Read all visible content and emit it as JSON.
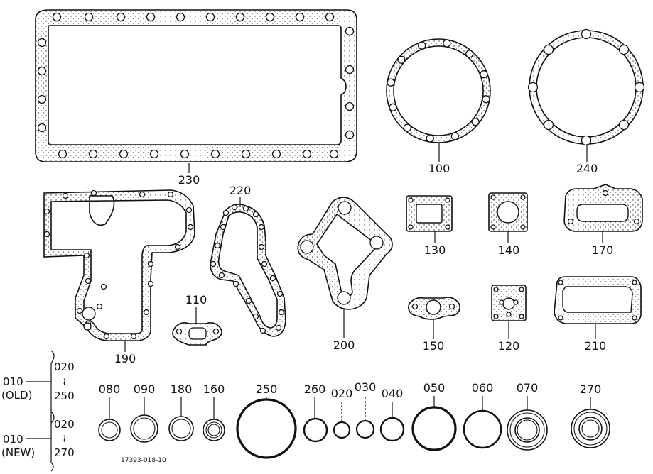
{
  "labels": {
    "p230": "230",
    "p100": "100",
    "p240": "240",
    "p190": "190",
    "p220": "220",
    "p110": "110",
    "p200": "200",
    "p130": "130",
    "p140": "140",
    "p170": "170",
    "p150": "150",
    "p120": "120",
    "p210": "210",
    "p080": "080",
    "p090": "090",
    "p180": "180",
    "p160": "160",
    "p250": "250",
    "p260": "260",
    "p020": "020",
    "p030": "030",
    "p040": "040",
    "p050": "050",
    "p060": "060",
    "p070": "070",
    "p270": "270"
  },
  "legend": {
    "old": {
      "num": "010",
      "note": "(OLD)",
      "from": "020",
      "tilde": "≀",
      "to": "250"
    },
    "new": {
      "num": "010",
      "note": "(NEW)",
      "from": "020",
      "tilde": "≀",
      "to": "270"
    }
  },
  "drawing_code": "17393-018-10"
}
